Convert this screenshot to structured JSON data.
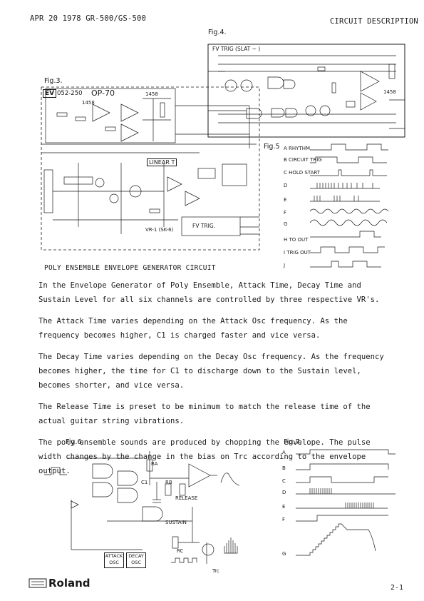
{
  "header": {
    "left": "APR 20 1978 GR-500/GS-500",
    "right": "CIRCUIT DESCRIPTION"
  },
  "figures": {
    "fig3": "Fig.3.",
    "fig4": "Fig.4.",
    "fig5": "Fig.5",
    "fig6": "Fig.6.",
    "fig7": "Fig.7."
  },
  "fig3_labels": {
    "part": "EV",
    "part_no": "052-250",
    "model": "OP-70",
    "ic1": "1458",
    "ic2": "1458",
    "linear": "LINEAR",
    "linear_t": "T",
    "fv_trig": "FV TRIG.",
    "vr": "VR-1 (SK-6)"
  },
  "fig4_labels": {
    "title": "FV TRIG (SLAT ~ )",
    "ic": "1458"
  },
  "fig5_labels": [
    "A RHYTHM",
    "B CIRCUIT TRIG",
    "C HOLD START",
    "D",
    "E",
    "F",
    "G",
    "H TO OUT",
    "I TRIG OUT",
    "J"
  ],
  "fig6_labels": {
    "ra": "RA",
    "rb": "RB",
    "rc": "RC",
    "c1": "C1",
    "release": "RELEASE",
    "sustain": "SUSTAIN",
    "attack_osc": "ATTACK OSC",
    "decay_osc": "DECAY OSC",
    "trc": "Trc"
  },
  "fig7_labels": [
    "A",
    "B",
    "C",
    "D",
    "E",
    "F",
    "G"
  ],
  "section_title": "POLY ENSEMBLE ENVELOPE GENERATOR CIRCUIT",
  "paragraphs": [
    "In the Envelope Generator of Poly Ensemble, Attack Time, Decay Time and Sustain Level for all six channels are controlled by three respective VR's.",
    "The Attack Time varies depending on the Attack Osc frequency. As the frequency becomes higher, C1 is charged faster and vice versa.",
    "The Decay Time varies depending on the Decay Osc frequency. As the frequency becomes higher, the time for C1 to discharge down to the Sustain level, becomes shorter, and vice versa.",
    "The Release Time is preset to be minimum to match the release time of the actual guitar string vibrations.",
    "The poly ensemble sounds are produced by chopping the envelope. The pulse width changes by the change in the bias on Trc according to the envelope output."
  ],
  "footer": {
    "brand": "Roland",
    "page": "2-1"
  }
}
